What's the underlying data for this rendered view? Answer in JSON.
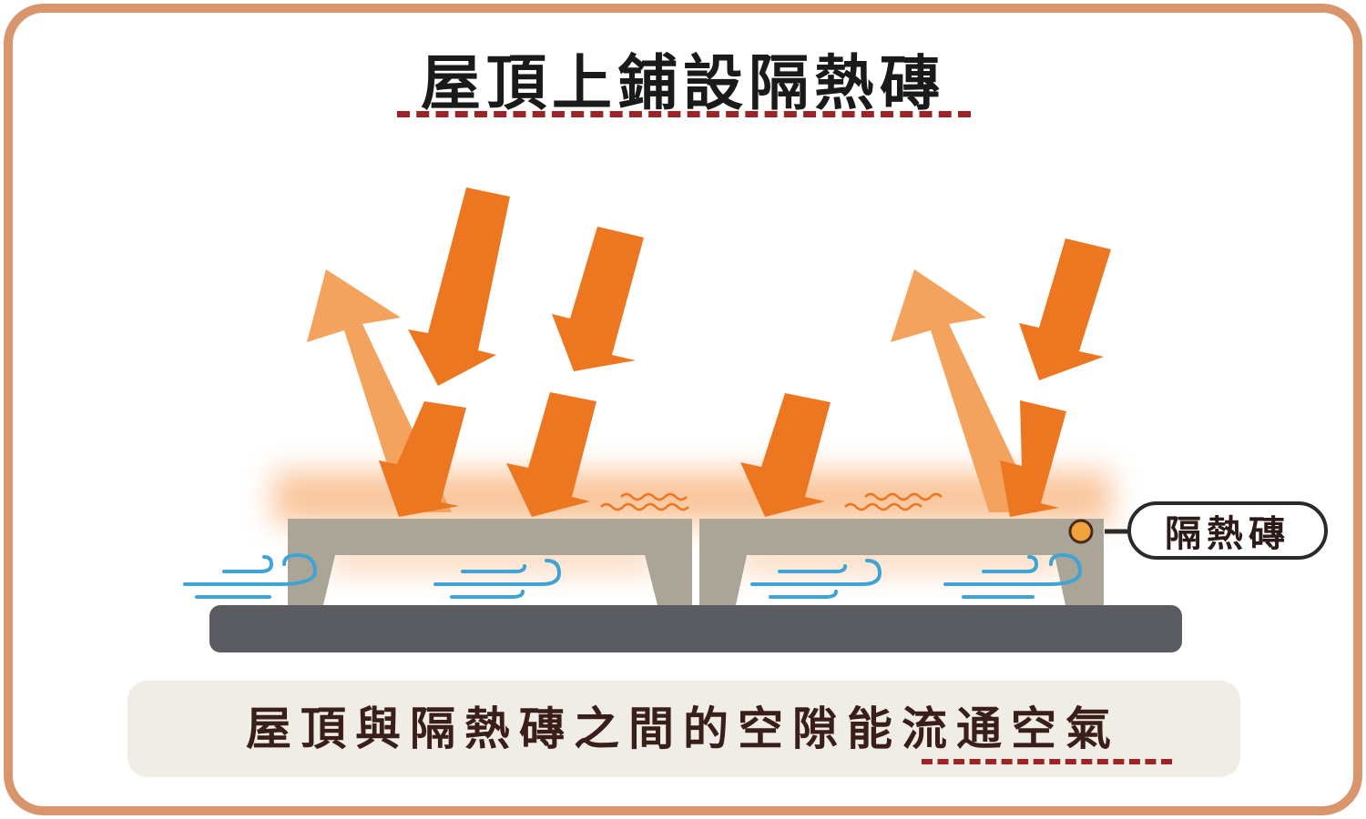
{
  "title": "屋頂上鋪設隔熱磚",
  "tile_label": "隔熱磚",
  "caption": "屋頂與隔熱磚之間的空隙能流通空氣",
  "colors": {
    "frame": "#d9956b",
    "incoming_arrow": "#ed7721",
    "reflected_arrow": "#f3a35e",
    "tile": "#aaa597",
    "roof": "#5a5c61",
    "wind": "#3fa3d4",
    "underline": "#9c2426",
    "caption_bg": "#f0ede6"
  },
  "icons": [
    "sun-ray-arrow",
    "reflected-heat-arrow",
    "wind-flow-icon",
    "heat-wave-icon",
    "indicator-dot-icon"
  ]
}
